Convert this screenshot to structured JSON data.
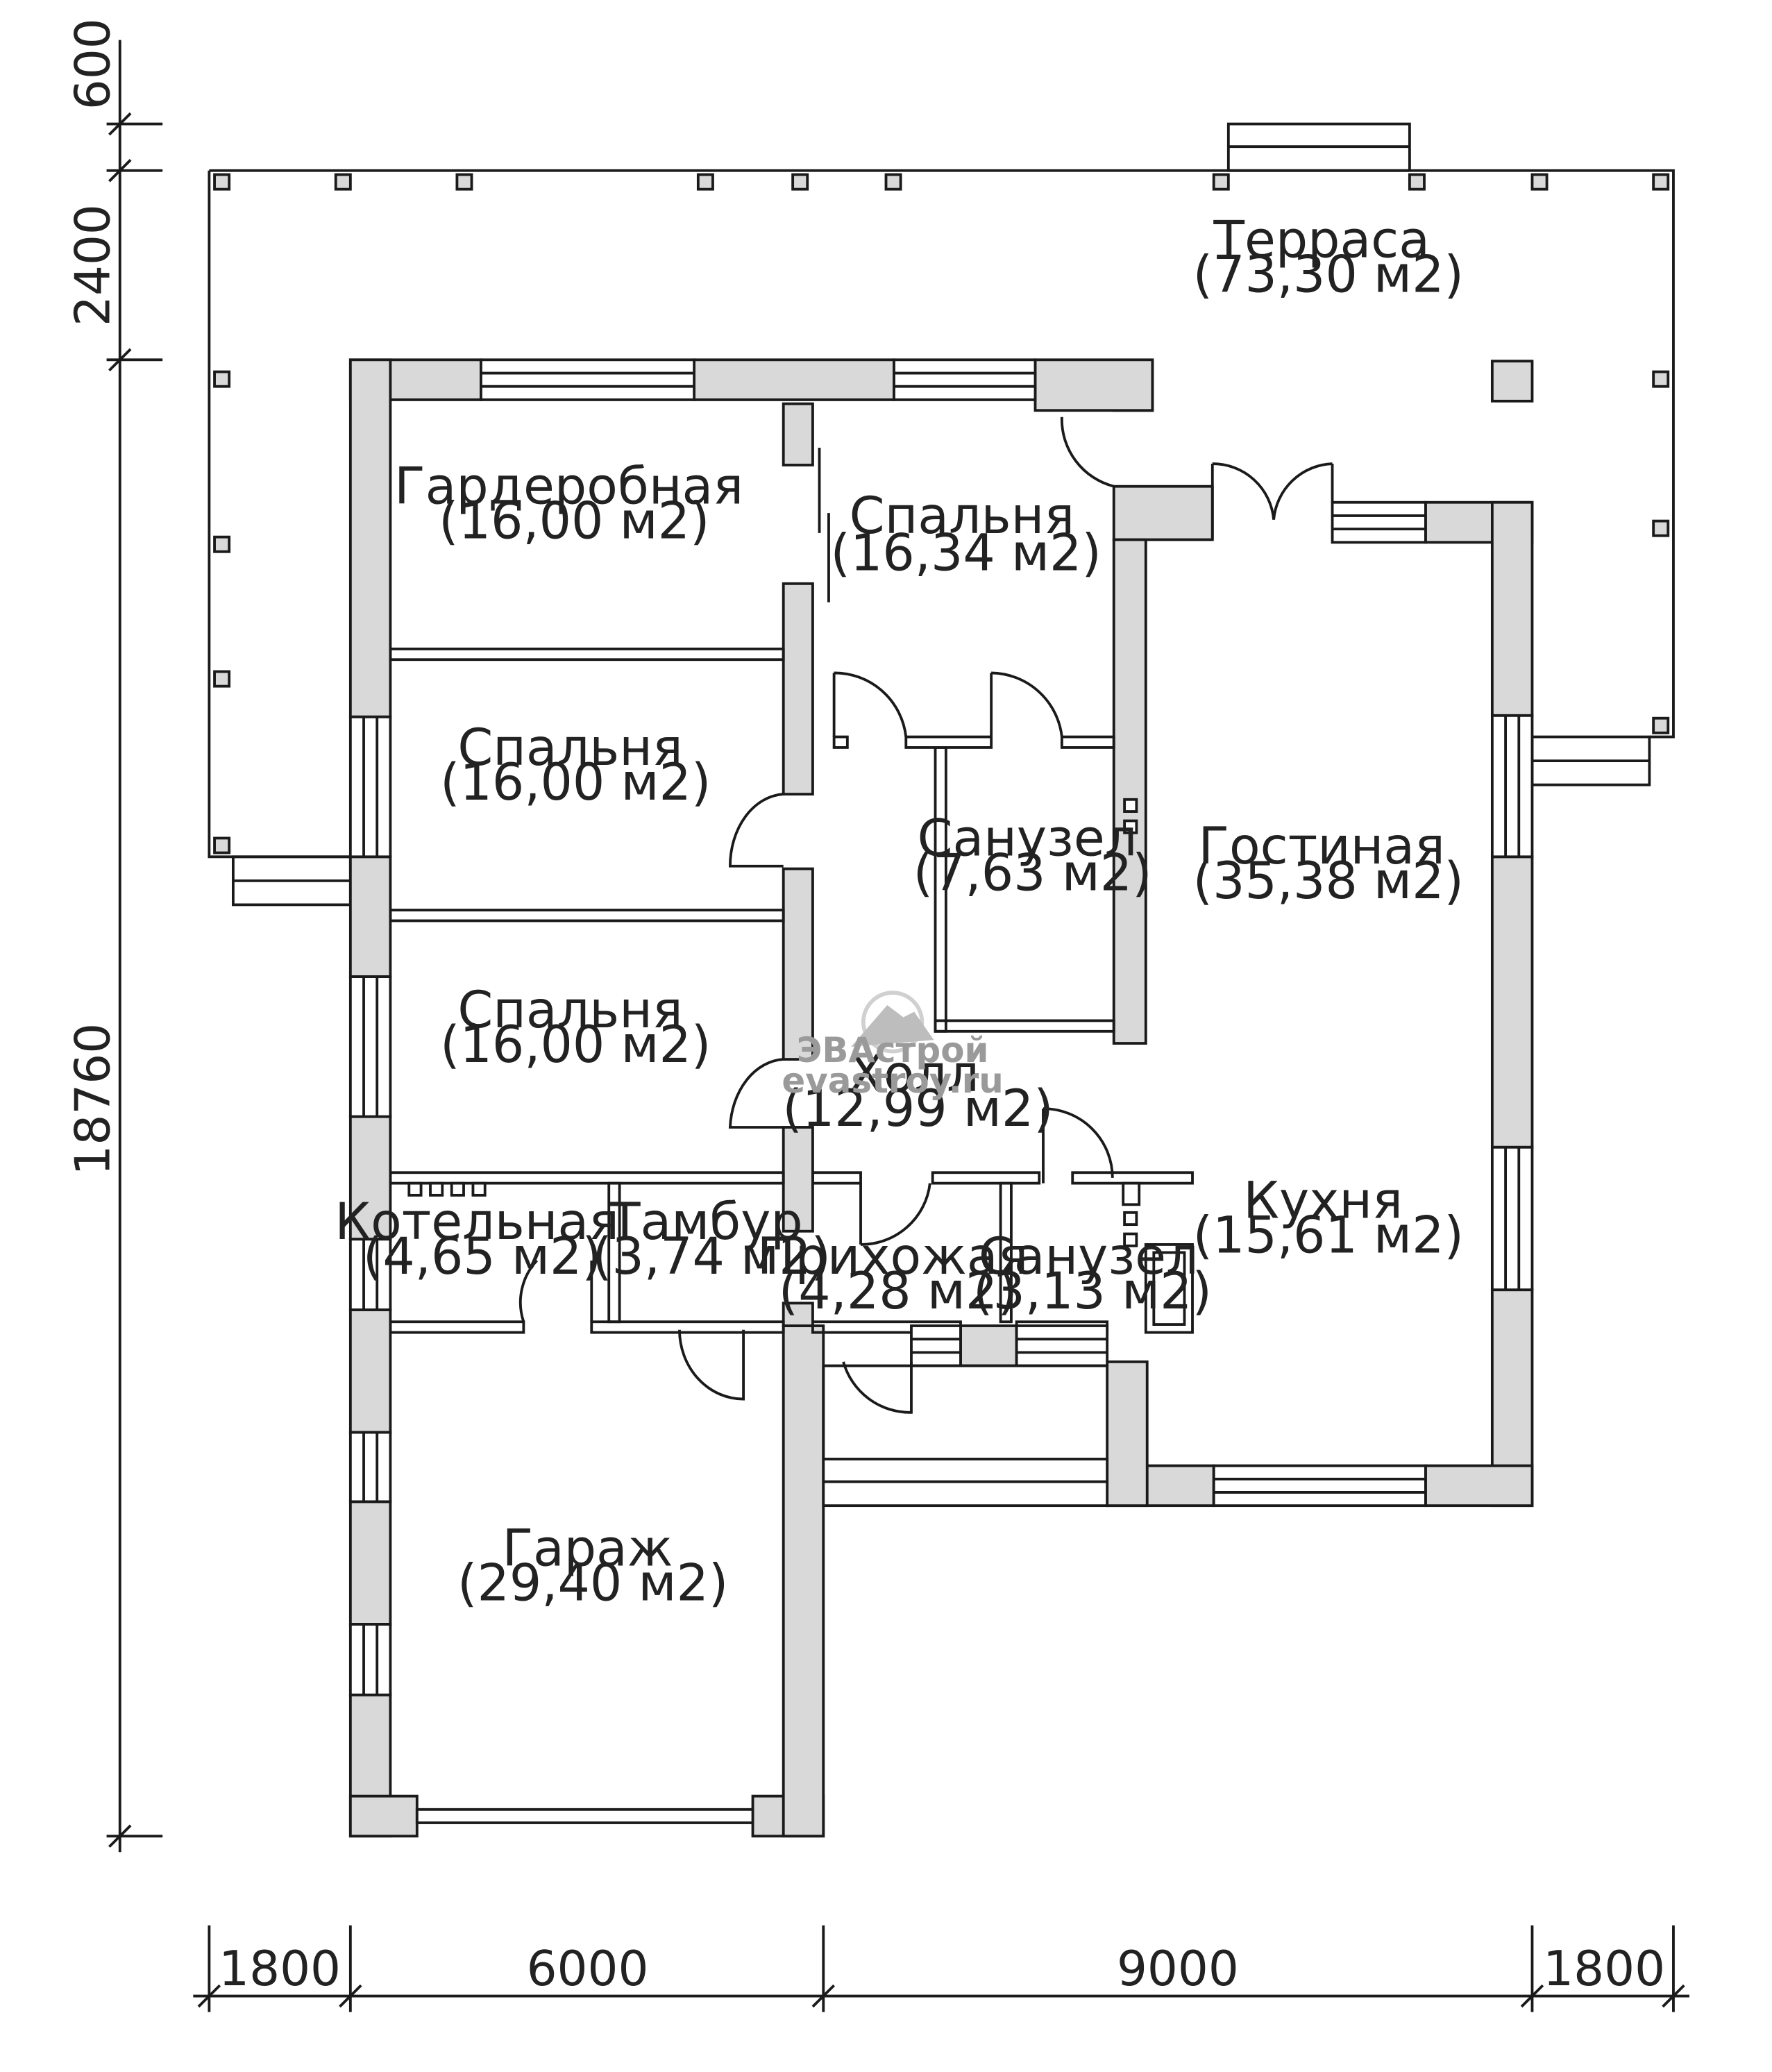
{
  "colors": {
    "wall_fill": "#d9d9d9",
    "line": "#1a1a1a",
    "watermark": "#9a9a9a"
  },
  "rooms": [
    {
      "id": "terrace",
      "name": "Терраса",
      "area": "(73,30 м2)"
    },
    {
      "id": "wardrobe",
      "name": "Гардеробная",
      "area": "(16,00 м2)"
    },
    {
      "id": "bedroom1",
      "name": "Спальня",
      "area": "(16,34 м2)"
    },
    {
      "id": "bedroom2",
      "name": "Спальня",
      "area": "(16,00 м2)"
    },
    {
      "id": "bathroom1",
      "name": "Санузел",
      "area": "(7,63 м2)"
    },
    {
      "id": "living",
      "name": "Гостиная",
      "area": "(35,38 м2)"
    },
    {
      "id": "bedroom3",
      "name": "Спальня",
      "area": "(16,00 м2)"
    },
    {
      "id": "hall",
      "name": "Холл",
      "area": "(12,99 м2)"
    },
    {
      "id": "kitchen",
      "name": "Кухня",
      "area": "(15,61 м2)"
    },
    {
      "id": "boiler",
      "name": "Котельная",
      "area": "(4,65 м2)"
    },
    {
      "id": "vestibule",
      "name": "Тамбур",
      "area": "(3,74 м2)"
    },
    {
      "id": "entrance",
      "name": "Прихожая",
      "area": "(4,28 м2)"
    },
    {
      "id": "bathroom2",
      "name": "Санузел",
      "area": "(3,13 м2)"
    },
    {
      "id": "garage",
      "name": "Гараж",
      "area": "(29,40 м2)"
    }
  ],
  "dimensions": {
    "vertical": [
      "600",
      "2400",
      "18760"
    ],
    "horizontal": [
      "1800",
      "6000",
      "9000",
      "1800"
    ]
  },
  "watermark": {
    "brand": "ЭВАстрой",
    "site": "evastroy.ru"
  }
}
